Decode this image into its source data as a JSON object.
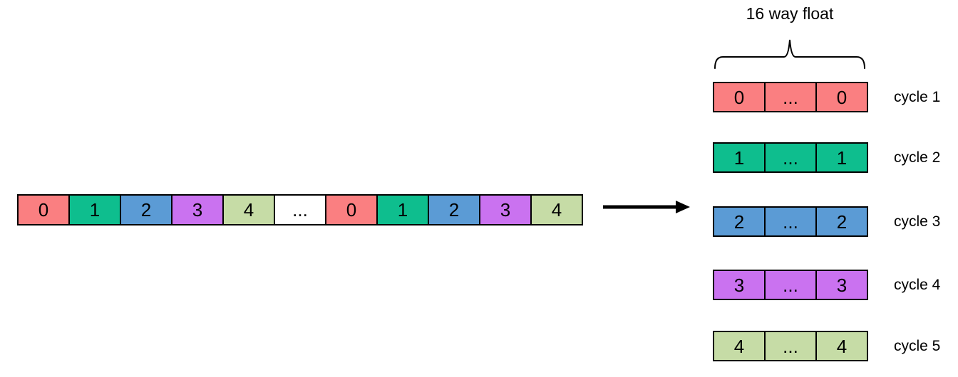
{
  "simd": {
    "label": "16 way float"
  },
  "colors": {
    "red": "#FA7F81",
    "green": "#0EBE8E",
    "blue": "#5B9BD5",
    "purple": "#CA72F0",
    "light_green": "#C6DCA6",
    "white": "#FFFFFF",
    "border": "#000000"
  },
  "source_array": {
    "cells": [
      {
        "value": "0",
        "color": "#FA7F81"
      },
      {
        "value": "1",
        "color": "#0EBE8E"
      },
      {
        "value": "2",
        "color": "#5B9BD5"
      },
      {
        "value": "3",
        "color": "#CA72F0"
      },
      {
        "value": "4",
        "color": "#C6DCA6"
      },
      {
        "value": "...",
        "color": "#FFFFFF"
      },
      {
        "value": "0",
        "color": "#FA7F81"
      },
      {
        "value": "1",
        "color": "#0EBE8E"
      },
      {
        "value": "2",
        "color": "#5B9BD5"
      },
      {
        "value": "3",
        "color": "#CA72F0"
      },
      {
        "value": "4",
        "color": "#C6DCA6"
      }
    ]
  },
  "cycles": [
    {
      "label": "cycle 1",
      "color": "#FA7F81",
      "cells": [
        "0",
        "...",
        "0"
      ]
    },
    {
      "label": "cycle 2",
      "color": "#0EBE8E",
      "cells": [
        "1",
        "...",
        "1"
      ]
    },
    {
      "label": "cycle 3",
      "color": "#5B9BD5",
      "cells": [
        "2",
        "...",
        "2"
      ]
    },
    {
      "label": "cycle 4",
      "color": "#CA72F0",
      "cells": [
        "3",
        "...",
        "3"
      ]
    },
    {
      "label": "cycle 5",
      "color": "#C6DCA6",
      "cells": [
        "4",
        "...",
        "4"
      ]
    }
  ]
}
